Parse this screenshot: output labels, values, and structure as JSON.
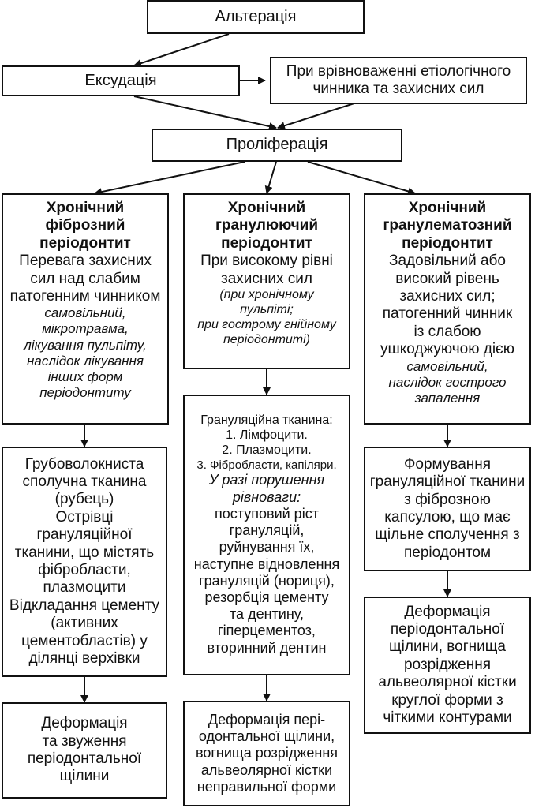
{
  "top": {
    "alteration": "Альтерація",
    "exudation": "Ексудація",
    "balance": [
      "При врівноваженні етіологічного",
      "чинника та захисних сил"
    ],
    "proliferation": "Проліферація"
  },
  "columns": {
    "fibrous": {
      "title": [
        "Хронічний",
        "фіброзний",
        "періодонтит"
      ],
      "desc": [
        "Перевага захисних",
        "сил над слабим",
        "патогенним чинником"
      ],
      "causes": [
        "самовільний,",
        "мікротравма,",
        "лікування пульпіту,",
        "наслідок лікування",
        "інших форм",
        "періодонтиту"
      ],
      "tissue": [
        "Грубоволокниста",
        "сполучна тканина",
        "(рубець)",
        "Острівці",
        "грануляційної",
        "тканини, що містять",
        "фібробласти,",
        "плазмоцити",
        "Відкладання цементу",
        "(активних",
        "цементобластів) у",
        "ділянці верхівки"
      ],
      "result": [
        "Деформація",
        "та звуження",
        "періодонтальної",
        "щілини"
      ]
    },
    "granulating": {
      "title": [
        "Хронічний",
        "гранулюючий",
        "періодонтит"
      ],
      "desc": [
        "При високому рівні",
        "захисних сил"
      ],
      "causes": [
        "(при хронічному",
        "пульпіті;",
        "при гострому гнійному",
        "періодонтиті)"
      ],
      "tissue_list": [
        "Грануляційна тканина:",
        "1. Лімфоцити.",
        "2. Плазмоцити.",
        "3. Фібробласти, капіляри."
      ],
      "tissue_italic": [
        "У разі порушення",
        "рівноваги:"
      ],
      "tissue_rest": [
        "поступовий ріст",
        "грануляцій,",
        "руйнування їх,",
        "наступне відновлення",
        "грануляцій (нориця),",
        "резорбція цементу",
        "та дентину,",
        "гіперцементоз,",
        "вторинний дентин"
      ],
      "result": [
        "Деформація пері-",
        "одонтальної щілини,",
        "вогнища розрідження",
        "альвеолярної кістки",
        "неправильної форми"
      ]
    },
    "granulomatous": {
      "title": [
        "Хронічний",
        "гранулематозний",
        "періодонтит"
      ],
      "desc": [
        "Задовільний або",
        "високий рівень",
        "захисних сил;",
        "патогенний чинник",
        "із слабою",
        "ушкоджуючою дією"
      ],
      "causes": [
        "самовільний,",
        "наслідок гострого",
        "запалення"
      ],
      "tissue": [
        "Формування",
        "грануляційної тканини",
        "з фіброзною",
        "капсулою, що має",
        "щільне сполучення з",
        "періодонтом"
      ],
      "result": [
        "Деформація",
        "періодонтальної",
        "щілини, вогнища",
        "розрідження",
        "альвеолярної кістки",
        "круглої форми з",
        "чіткими контурами"
      ]
    }
  }
}
